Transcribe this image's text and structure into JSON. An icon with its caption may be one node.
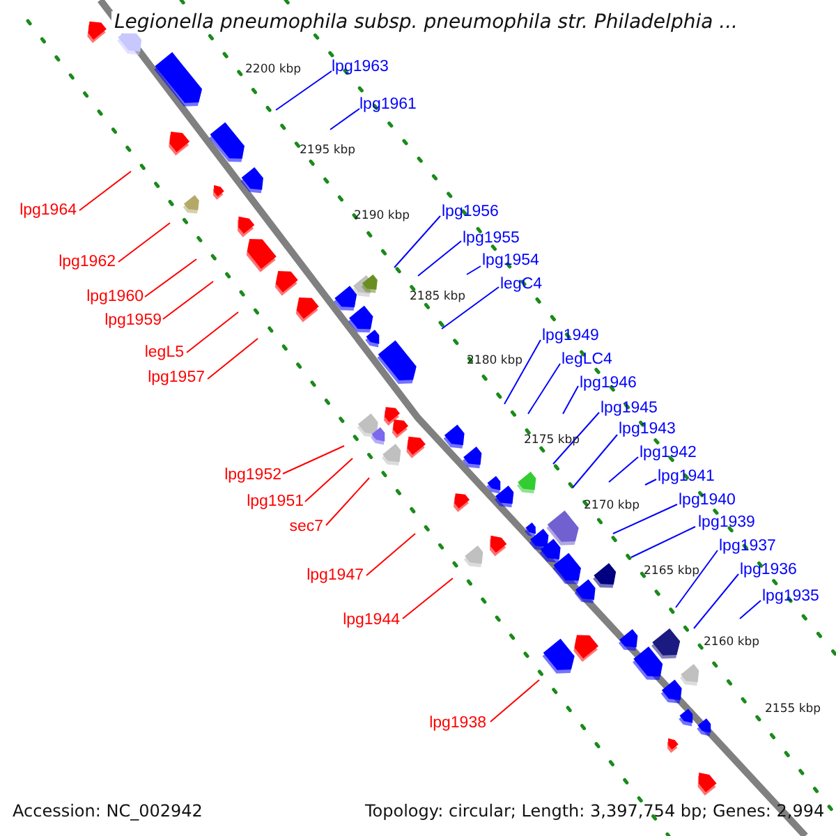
{
  "diagram": {
    "title": "Legionella pneumophila subsp. pneumophila str. Philadelphia ...",
    "nodes": [
      {
        "text": [
          "lpg1963"
        ]
      },
      {
        "text": [
          "lpg1961"
        ]
      },
      {
        "text": [
          "lpg1964"
        ]
      },
      {
        "text": [
          "lpg1962"
        ]
      },
      {
        "text": [
          "lpg1956"
        ]
      },
      {
        "text": [
          "lpg1955"
        ]
      },
      {
        "text": [
          "lpg1954"
        ]
      },
      {
        "text": [
          "lpg1960"
        ]
      },
      {
        "text": [
          "legC4"
        ]
      },
      {
        "text": [
          "lpg1959"
        ]
      },
      {
        "text": [
          "legL5"
        ]
      },
      {
        "text": [
          "lpg1957"
        ]
      },
      {
        "text": [
          "lpg1949"
        ]
      },
      {
        "text": [
          "legLC4"
        ]
      },
      {
        "text": [
          "lpg1946"
        ]
      },
      {
        "text": [
          "lpg1945"
        ]
      },
      {
        "text": [
          "lpg1943"
        ]
      },
      {
        "text": [
          "lpg1952"
        ]
      },
      {
        "text": [
          "lpg1942"
        ]
      },
      {
        "text": [
          "lpg1941"
        ]
      },
      {
        "text": [
          "lpg1951"
        ]
      },
      {
        "text": [
          "lpg1940"
        ]
      },
      {
        "text": [
          "sec7"
        ]
      },
      {
        "text": [
          "lpg1939"
        ]
      },
      {
        "text": [
          "lpg1937"
        ]
      },
      {
        "text": [
          "lpg1947"
        ]
      },
      {
        "text": [
          "lpg1936"
        ]
      },
      {
        "text": [
          "lpg1935"
        ]
      },
      {
        "text": [
          "lpg1944"
        ]
      },
      {
        "text": [
          "lpg1938"
        ]
      }
    ],
    "edges": [
      {
        "from": 0,
        "to": null,
        "arrow": "none"
      },
      {
        "from": 1,
        "to": null,
        "arrow": "none"
      },
      {
        "from": 2,
        "to": null,
        "arrow": "none",
        "color": "#ff0000"
      },
      {
        "from": 3,
        "to": null,
        "arrow": "none",
        "color": "#ff0000"
      },
      {
        "from": 4,
        "to": null,
        "arrow": "none"
      },
      {
        "from": 5,
        "to": null,
        "arrow": "none"
      },
      {
        "from": 6,
        "to": null,
        "arrow": "none"
      },
      {
        "from": 7,
        "to": null,
        "arrow": "none",
        "color": "#ff0000"
      },
      {
        "from": 8,
        "to": null,
        "arrow": "none"
      },
      {
        "from": 9,
        "to": null,
        "arrow": "none",
        "color": "#ff0000"
      },
      {
        "from": 10,
        "to": null,
        "arrow": "none",
        "color": "#ff0000"
      },
      {
        "from": 11,
        "to": null,
        "arrow": "none",
        "color": "#ff0000"
      },
      {
        "from": 12,
        "to": null,
        "arrow": "none"
      },
      {
        "from": 13,
        "to": null,
        "arrow": "none"
      },
      {
        "from": 14,
        "to": null,
        "arrow": "none"
      },
      {
        "from": 15,
        "to": null,
        "arrow": "none"
      },
      {
        "from": 16,
        "to": null,
        "arrow": "none"
      },
      {
        "from": 17,
        "to": null,
        "arrow": "none",
        "color": "#ff0000"
      },
      {
        "from": 18,
        "to": null,
        "arrow": "none"
      },
      {
        "from": 19,
        "to": null,
        "arrow": "none"
      },
      {
        "from": 20,
        "to": null,
        "arrow": "none",
        "color": "#ff0000"
      },
      {
        "from": 21,
        "to": null,
        "arrow": "none"
      },
      {
        "from": 22,
        "to": null,
        "arrow": "none",
        "color": "#ff0000"
      },
      {
        "from": 23,
        "to": null,
        "arrow": "none"
      },
      {
        "from": 24,
        "to": null,
        "arrow": "none"
      },
      {
        "from": 25,
        "to": null,
        "arrow": "none",
        "color": "#ff0000"
      },
      {
        "from": 26,
        "to": null,
        "arrow": "none"
      },
      {
        "from": 27,
        "to": null,
        "arrow": "none"
      },
      {
        "from": 28,
        "to": null,
        "arrow": "none",
        "color": "#ff0000"
      },
      {
        "from": 29,
        "to": null,
        "arrow": "none",
        "color": "#ff0000"
      }
    ],
    "labels": [
      "2200 kbp",
      "2195 kbp",
      "2190 kbp",
      "2185 kbp",
      "2180 kbp",
      "2175 kbp",
      "2170 kbp",
      "2165 kbp",
      "2160 kbp",
      "2155 kbp",
      "Accession: NC_002942",
      "Topology: circular; Length: 3,397,754 bp; Genes: 2,994"
    ]
  }
}
